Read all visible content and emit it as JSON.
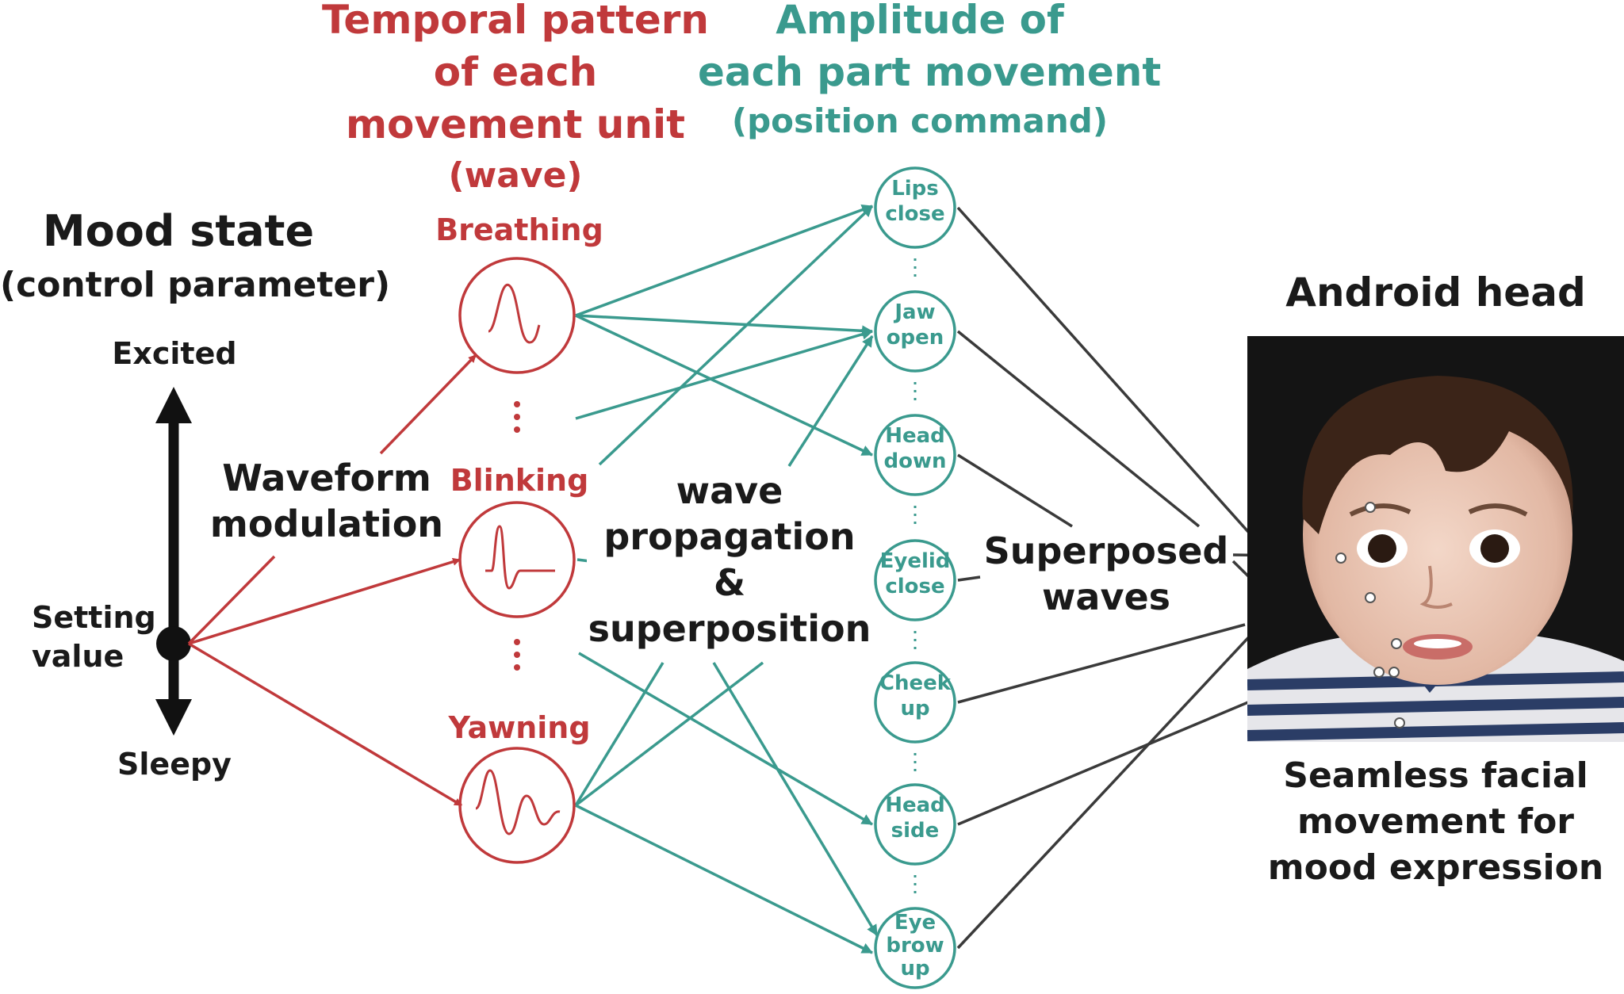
{
  "mood": {
    "title": "Mood state",
    "subtitle": "(control parameter)",
    "excited": "Excited",
    "setting_line1": "Setting",
    "setting_line2": "value",
    "sleepy": "Sleepy"
  },
  "waveform_modulation": {
    "line1": "Waveform",
    "line2": "modulation"
  },
  "temporal": {
    "line1": "Temporal pattern",
    "line2": "of each",
    "line3": "movement unit",
    "line4": "(wave)"
  },
  "units": {
    "breathing": "Breathing",
    "blinking": "Blinking",
    "yawning": "Yawning"
  },
  "amplitude": {
    "line1": "Amplitude of",
    "line2": "each part movement",
    "line3": "(position command)"
  },
  "parts": [
    {
      "l1": "Lips",
      "l2": "close",
      "l3": ""
    },
    {
      "l1": "Jaw",
      "l2": "open",
      "l3": ""
    },
    {
      "l1": "Head",
      "l2": "down",
      "l3": ""
    },
    {
      "l1": "Eyelid",
      "l2": "close",
      "l3": ""
    },
    {
      "l1": "Cheek",
      "l2": "up",
      "l3": ""
    },
    {
      "l1": "Head",
      "l2": "side",
      "l3": ""
    },
    {
      "l1": "Eye",
      "l2": "brow",
      "l3": "up"
    }
  ],
  "propagation": {
    "line1": "wave",
    "line2": "propagation",
    "line3": "&",
    "line4": "superposition"
  },
  "superposed": {
    "line1": "Superposed",
    "line2": "waves"
  },
  "android": {
    "title": "Android head",
    "caption_line1": "Seamless facial",
    "caption_line2": "movement for",
    "caption_line3": "mood expression"
  },
  "colors": {
    "red": "#c0393b",
    "teal": "#3a9a8e",
    "dark": "#1a1a1a",
    "gray_line": "#3a3a3a"
  }
}
